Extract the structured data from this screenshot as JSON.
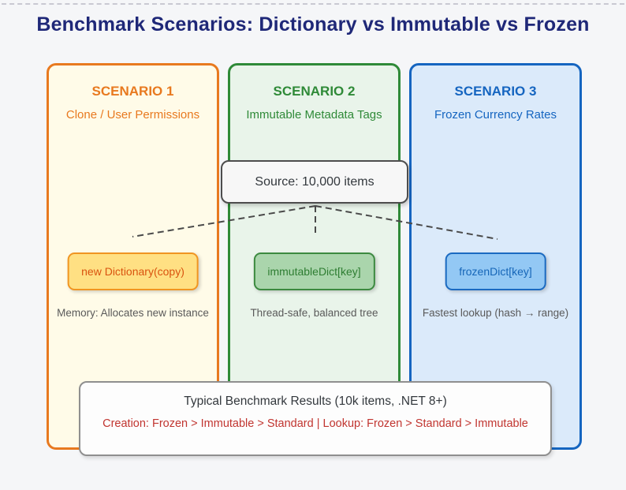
{
  "page": {
    "title": "Benchmark Scenarios: Dictionary vs Immutable vs Frozen"
  },
  "colors": {
    "navy": "#1f2878",
    "s1-accent": "#e8791f",
    "s2-accent": "#2f8a38",
    "s3-accent": "#1565c0",
    "s1-card-bg": "#fffbe8",
    "s2-card-bg": "#e9f4ea",
    "s3-card-bg": "#dbeafa",
    "s1-pill-bg": "#ffe083",
    "s1-pill-border": "#f09522",
    "s1-pill-text": "#d9530f",
    "s2-pill-bg": "#aad5ac",
    "s2-pill-border": "#3c8a40",
    "s2-pill-text": "#2e7d32",
    "s3-pill-bg": "#93c8f4",
    "s3-pill-border": "#1b6ac1",
    "s3-pill-text": "#1666b8",
    "red": "#c13530"
  },
  "scenarios": [
    {
      "title": "SCENARIO 1",
      "subtitle": "Clone / User Permissions",
      "code": "new Dictionary(copy)",
      "note": "Memory: Allocates new instance"
    },
    {
      "title": "SCENARIO 2",
      "subtitle": "Immutable Metadata Tags",
      "code": "immutableDict[key]",
      "note": "Thread-safe, balanced tree"
    },
    {
      "title": "SCENARIO 3",
      "subtitle": "Frozen Currency Rates",
      "code": "frozenDict[key]",
      "note": "Fastest lookup (hash → range)"
    }
  ],
  "source_box": {
    "label": "Source: 10,000 items"
  },
  "results": {
    "title": "Typical Benchmark Results (10k items, .NET 8+)",
    "detail": "Creation: Frozen > Immutable > Standard | Lookup: Frozen > Standard > Immutable"
  }
}
